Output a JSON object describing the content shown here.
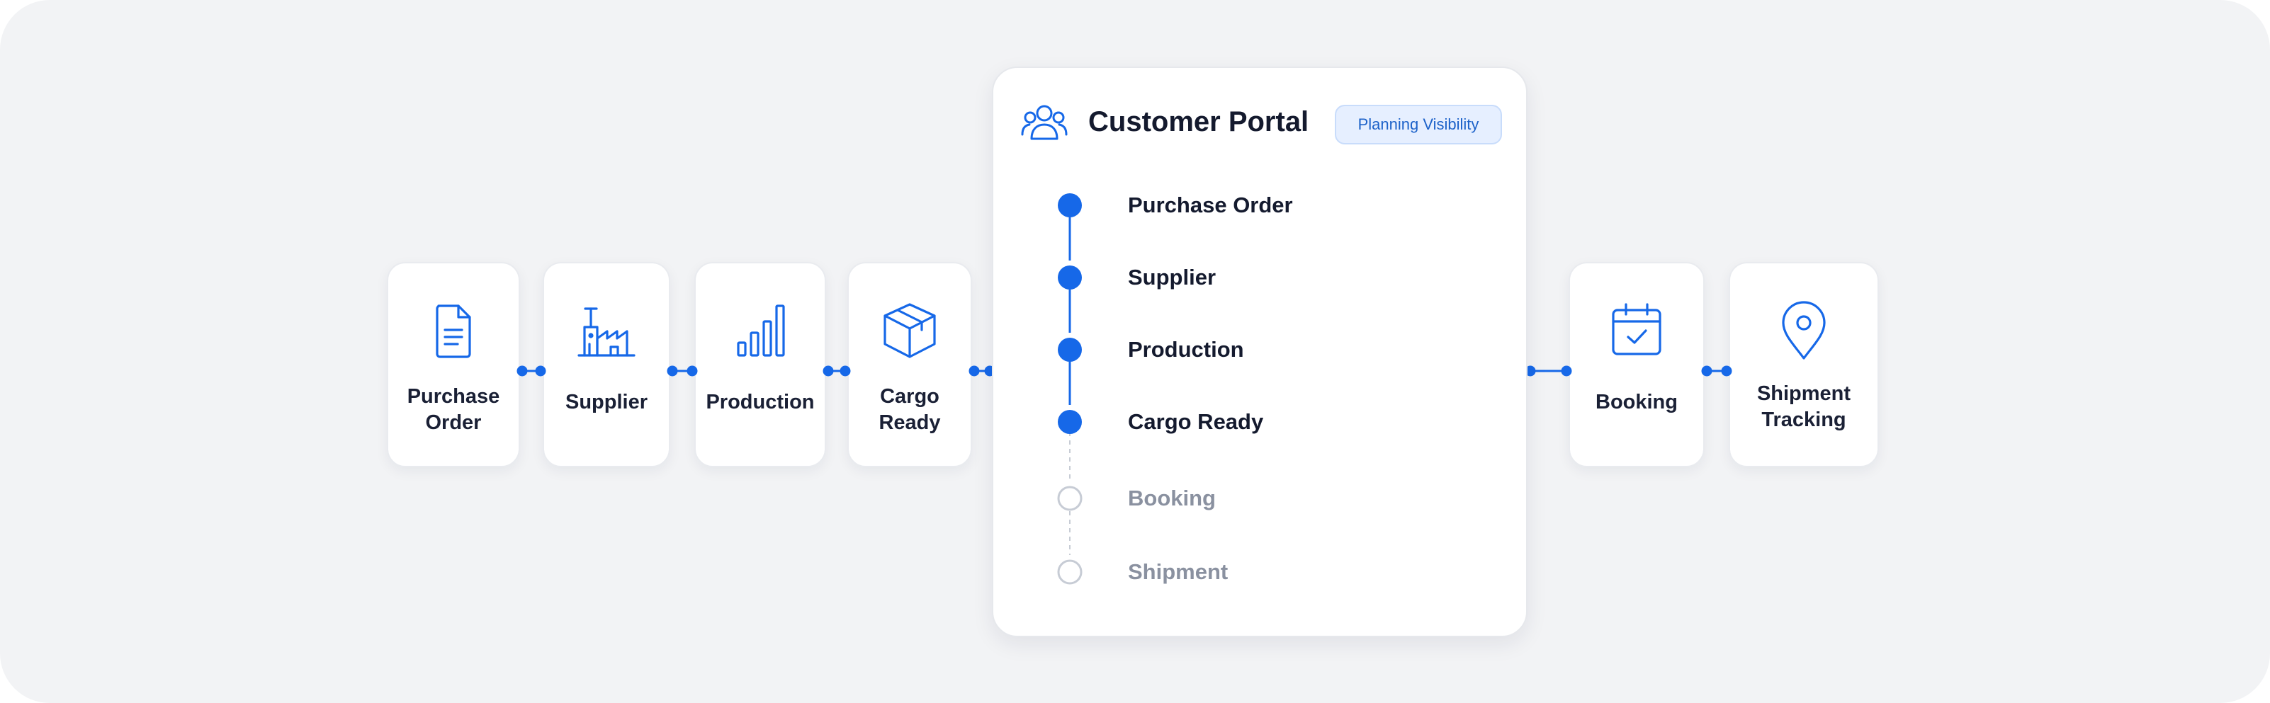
{
  "colors": {
    "accent": "#1668e8",
    "background": "#f2f3f5",
    "text_dark": "#141a2e",
    "text_muted": "#8a91a0",
    "pending_circle": "#c7ccd5"
  },
  "left_steps": [
    {
      "label": "Purchase\nOrder",
      "icon": "document-icon"
    },
    {
      "label": "Supplier",
      "icon": "factory-icon"
    },
    {
      "label": "Production",
      "icon": "bar-chart-icon"
    },
    {
      "label": "Cargo\nReady",
      "icon": "box-icon"
    }
  ],
  "right_steps": [
    {
      "label": "Booking",
      "icon": "calendar-check-icon"
    },
    {
      "label": "Shipment\nTracking",
      "icon": "location-pin-icon"
    }
  ],
  "portal": {
    "icon": "users-icon",
    "title": "Customer Portal",
    "badge": "Planning Visibility",
    "milestones": [
      {
        "label": "Purchase Order",
        "status": "done"
      },
      {
        "label": "Supplier",
        "status": "done"
      },
      {
        "label": "Production",
        "status": "done"
      },
      {
        "label": "Cargo Ready",
        "status": "done"
      },
      {
        "label": "Booking",
        "status": "pending"
      },
      {
        "label": "Shipment",
        "status": "pending"
      }
    ]
  }
}
